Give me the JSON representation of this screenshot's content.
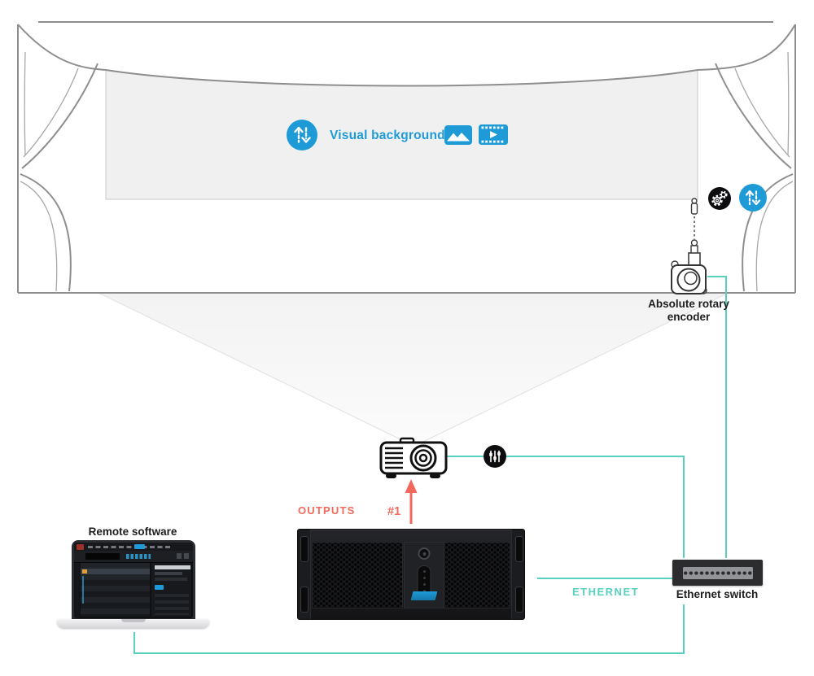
{
  "colors": {
    "blue": "#1E9BD7",
    "teal": "#57D0C0",
    "coral": "#F2695C",
    "stage_line": "#8E8E8E",
    "screen_fill": "#F0F0F1",
    "label": "#1D1D1F"
  },
  "stage": {
    "visual_background_label": "Visual background",
    "screen_icons": [
      "up-down-arrows-icon",
      "image-icon",
      "film-icon"
    ]
  },
  "encoder": {
    "label": "Absolute rotary encoder",
    "icons": [
      "gears-icon",
      "up-down-arrows-icon"
    ]
  },
  "projector": {
    "outputs_label": "OUTPUTS",
    "output_number": "#1",
    "line_icon": "sliders-icon"
  },
  "network": {
    "ethernet_label": "ETHERNET",
    "switch_label": "Ethernet switch"
  },
  "remote": {
    "label": "Remote software"
  }
}
